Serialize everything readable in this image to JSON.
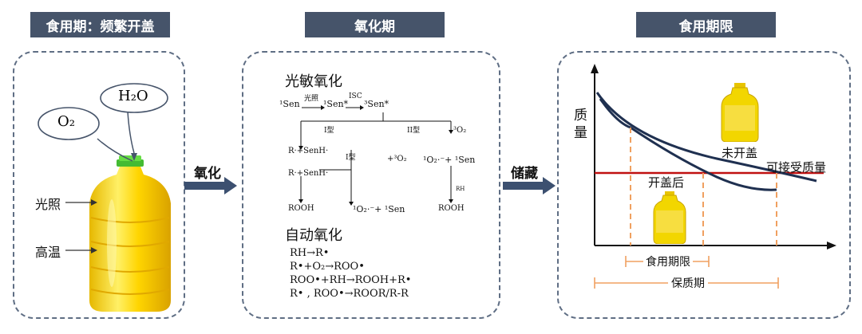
{
  "headers": {
    "stage1": "食用期：频繁开盖",
    "stage2": "氧化期",
    "stage3": "食用期限"
  },
  "transitions": {
    "arrow1": "氧化",
    "arrow2": "储藏"
  },
  "panel1": {
    "o2": "O₂",
    "h2o": "H₂O",
    "light": "光照",
    "heat": "高温"
  },
  "panel2": {
    "photo_title": "光敏氧化",
    "sen1": "¹Sen",
    "light_step": "光照",
    "sen1_star": "¹Sen*",
    "isc": "ISC",
    "sen3_star": "³Sen*",
    "type1": "I型",
    "type2": "II型",
    "o2_3": "³O₂",
    "r_senh_1": "R·+SenH·",
    "r_senh_2": "R·+SenH·",
    "type1_mid": "I型",
    "plus_3o2": "+³O₂",
    "o2_radical_sen": "¹O₂·⁻+ ¹Sen",
    "rh": "RH",
    "rooh_left": "ROOH",
    "o2_bottom": "¹O₂·⁻+ ¹Sen",
    "rooh_right": "ROOH",
    "auto_title": "自动氧化",
    "eq1": "RH→R•",
    "eq2": "R•+O₂→ROO•",
    "eq3": "ROO•+RH→ROOH+R•",
    "eq4": "R• , ROO•→ROOR/R-R"
  },
  "panel3": {
    "ylabel_1": "质",
    "ylabel_2": "量",
    "unopened": "未开盖",
    "opened": "开盖后",
    "acceptable": "可接受质量",
    "shelf_use": "食用期限",
    "shelf_life": "保质期"
  },
  "colors": {
    "header_bg": "#46546a",
    "curve": "#1f3050",
    "threshold": "#c01010",
    "dashed": "#f0a060",
    "arrow": "#3c5070"
  }
}
